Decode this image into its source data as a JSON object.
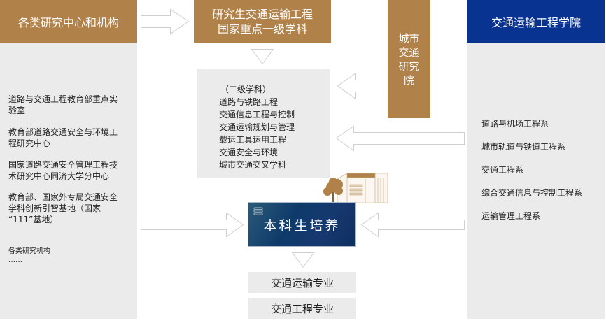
{
  "left_panel": {
    "title": "各类研究中心和机构",
    "items": [
      {
        "line1": "道路与交通工程教育部重点实",
        "line2": "验室"
      },
      {
        "line1": "教育部道路交通安全与环境工",
        "line2": "程研究中心"
      },
      {
        "line1": "国家道路交通安全管理工程技",
        "line2": "术研究中心同济大学分中心"
      },
      {
        "line1": "教育部、国家外专局交通安全",
        "line2": "学科创新引智基地（国家",
        "line3": "“111”基地）"
      }
    ],
    "more_label": "各类研究机构",
    "more_ellipsis": "……"
  },
  "center": {
    "graduate_title_line1": "研究生交通运输工程",
    "graduate_title_line2": "国家重点一级学科",
    "secondary_disciplines": {
      "heading": "（二级学科）",
      "items": [
        "道路与铁路工程",
        "交通信息工程与控制",
        "交通运输规划与管理",
        "载运工具运用工程",
        "交通安全与环境",
        "城市交通交叉学科"
      ]
    },
    "undergraduate_title": "本科生培养",
    "majors": [
      "交通运输专业",
      "交通工程专业"
    ]
  },
  "city_institute": {
    "lines": [
      "城市",
      "交通",
      "研究",
      "院"
    ]
  },
  "right_panel": {
    "title": "交通运输工程学院",
    "departments": [
      "道路与机场工程系",
      "城市轨道与铁道工程系",
      "交通工程系",
      "综合交通信息与控制工程系",
      "运输管理工程系"
    ]
  },
  "colors": {
    "gold": "#b0824a",
    "navy": "#083391",
    "panel_gray": "#ebebeb",
    "arrow_outline": "#cccccc"
  }
}
